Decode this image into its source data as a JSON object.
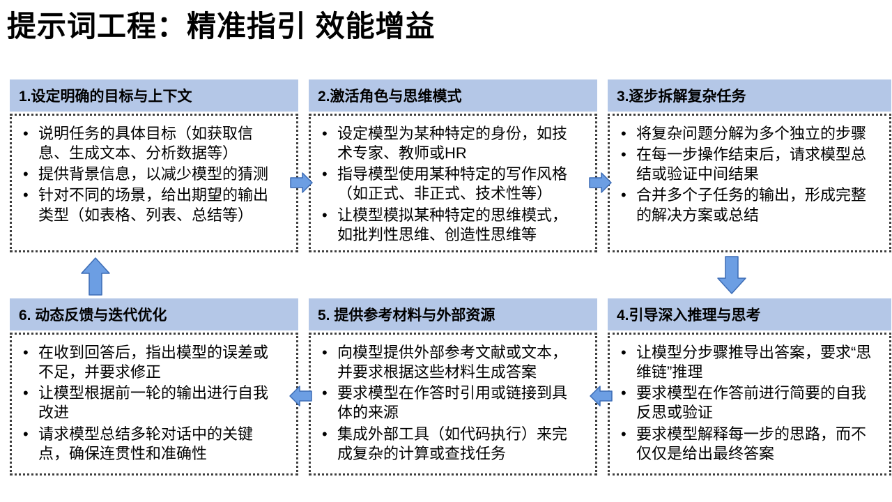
{
  "slide": {
    "title": "提示词工程：精准指引 效能增益"
  },
  "boxes": [
    {
      "id": "1",
      "title": "1.设定明确的目标与上下文",
      "bullets": [
        "说明任务的具体目标（如获取信息、生成文本、分析数据等）",
        "提供背景信息，以减少模型的猜测",
        "针对不同的场景，给出期望的输出类型（如表格、列表、总结等）"
      ]
    },
    {
      "id": "2",
      "title": "2.激活角色与思维模式",
      "bullets": [
        "设定模型为某种特定的身份，如技术专家、教师或HR",
        "指导模型使用某种特定的写作风格（如正式、非正式、技术性等）",
        "让模型模拟某种特定的思维模式，如批判性思维、创造性思维等"
      ]
    },
    {
      "id": "3",
      "title": "3.逐步拆解复杂任务",
      "bullets": [
        "将复杂问题分解为多个独立的步骤",
        "在每一步操作结束后，请求模型总结或验证中间结果",
        "合并多个子任务的输出，形成完整的解决方案或总结"
      ]
    },
    {
      "id": "4",
      "title": "4.引导深入推理与思考",
      "bullets": [
        "让模型分步骤推导出答案，要求“思维链”推理",
        "要求模型在作答前进行简要的自我反思或验证",
        "要求模型解释每一步的思路，而不仅仅是给出最终答案"
      ]
    },
    {
      "id": "5",
      "title": "5. 提供参考材料与外部资源",
      "bullets": [
        "向模型提供外部参考文献或文本，并要求根据这些材料生成答案",
        "要求模型在作答时引用或链接到具体的来源",
        "集成外部工具（如代码执行）来完成复杂的计算或查找任务"
      ]
    },
    {
      "id": "6",
      "title": "6. 动态反馈与迭代优化",
      "bullets": [
        "在收到回答后，指出模型的误差或不足，并要求修正",
        "让模型根据前一轮的输出进行自我改进",
        "请求模型总结多轮对话中的关键点，确保连贯性和准确性"
      ]
    }
  ],
  "arrows": [
    {
      "from": "1",
      "to": "2",
      "direction": "right"
    },
    {
      "from": "2",
      "to": "3",
      "direction": "right"
    },
    {
      "from": "3",
      "to": "4",
      "direction": "down"
    },
    {
      "from": "4",
      "to": "5",
      "direction": "left"
    },
    {
      "from": "5",
      "to": "6",
      "direction": "left"
    },
    {
      "from": "6",
      "to": "1",
      "direction": "up"
    }
  ],
  "colors": {
    "header_bg": "#B4C7E7",
    "arrow_fill": "#6C9EE3",
    "arrow_stroke": "#3C6CB5",
    "box_border": "#3F3F3F"
  }
}
